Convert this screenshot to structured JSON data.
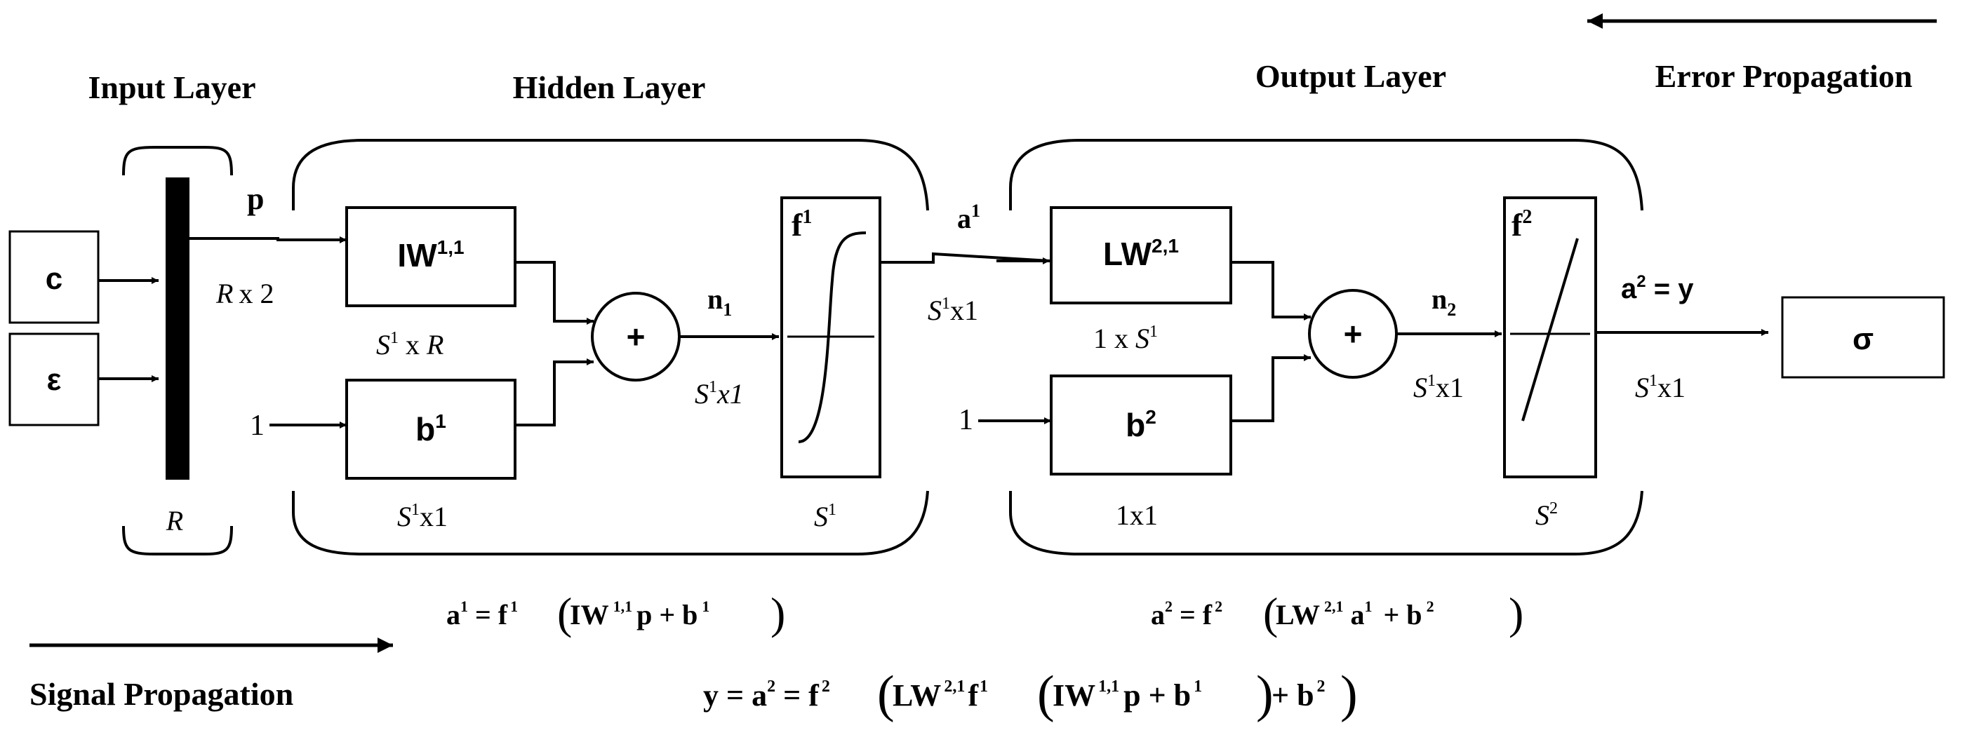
{
  "sections": {
    "input_layer": "Input Layer",
    "hidden_layer": "Hidden Layer",
    "output_layer": "Output Layer",
    "error_propagation": "Error Propagation",
    "signal_propagation": "Signal Propagation"
  },
  "inputs": {
    "c": "c",
    "epsilon": "ε",
    "one_hidden": "1",
    "one_output": "1"
  },
  "input_bar": {
    "label": "R"
  },
  "signals": {
    "p": "p",
    "p_dim": "x 2",
    "p_dim_var": "R",
    "n1": "n",
    "n1_sub": "1",
    "n1_dim_var": "S",
    "n1_dim_sup": "1",
    "n1_dim": "x1",
    "a1": "a",
    "a1_sup": "1",
    "a1_dim_var": "S",
    "a1_dim_sup": "1",
    "a1_dim": "x1",
    "n2": "n",
    "n2_sub": "2",
    "n2_dim_var": "S",
    "n2_dim_sup": "1",
    "n2_dim": "x1",
    "a2": "a",
    "a2_sup": "2",
    "a2_rest": " = y",
    "a2_dim_var": "S",
    "a2_dim_sup": "1",
    "a2_dim": "x1"
  },
  "hidden": {
    "iw": "IW",
    "iw_sup": "1,1",
    "iw_dim_var": "S",
    "iw_dim_sup": "1",
    "iw_dim": " x ",
    "iw_dim_var2": "R",
    "b": "b",
    "b_sup": "1",
    "b_dim_var": "S",
    "b_dim_sup": "1",
    "b_dim": "x1",
    "sum": "+",
    "f": "f",
    "f_sup": "1",
    "f_dim_var": "S",
    "f_dim_sup": "1"
  },
  "output": {
    "lw": "LW",
    "lw_sup": "2,1",
    "lw_dim": "1 x ",
    "lw_dim_var": "S",
    "lw_dim_sup": "1",
    "b": "b",
    "b_sup": "2",
    "b_dim": "1x1",
    "sum": "+",
    "f": "f",
    "f_sup": "2",
    "f_dim_var": "S",
    "f_dim_sup": "2",
    "sigma": "σ"
  },
  "equations": {
    "eq_a1": {
      "a": "a",
      "a_sup": "1",
      "eq": " = ",
      "f": "f",
      "f_sup": "1",
      "W": "IW",
      "W_sup": "1,1",
      "arg": "p + b",
      "b_sup": "1"
    },
    "eq_a2": {
      "a": "a",
      "a_sup": "2",
      "eq": " = ",
      "f": "f",
      "f_sup": "2",
      "W": "LW",
      "W_sup": "2,1",
      "arg": " a",
      "arg_sup": "1",
      "plus": " + b",
      "b_sup": "2"
    },
    "eq_y": {
      "lhs": "y = a",
      "lhs_sup": "2",
      "eq": " = f",
      "f_sup": "2",
      "LW": "LW",
      "LW_sup": "2,1",
      "f1": "f",
      "f1_sup": "1",
      "IW": "IW",
      "IW_sup": "1,1",
      "inner": "p + b",
      "inner_sup": "1",
      "plus": " + b",
      "b_sup": "2"
    }
  }
}
